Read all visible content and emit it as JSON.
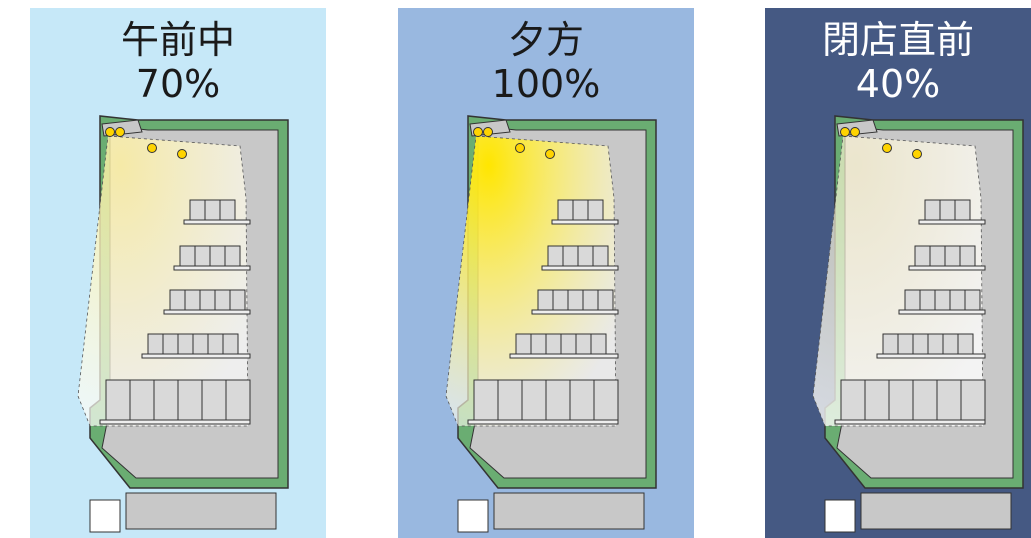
{
  "panels": [
    {
      "label": "午前中",
      "percent": "70%",
      "level": 0.7,
      "bg": "#c6e8f8",
      "text_color": "#1a1a1a",
      "light_color": "#fff1a0"
    },
    {
      "label": "夕方",
      "percent": "100%",
      "level": 1.0,
      "bg": "#99b8e0",
      "text_color": "#1a1a1a",
      "light_color": "#ffe600"
    },
    {
      "label": "閉店直前",
      "percent": "40%",
      "level": 0.4,
      "bg": "#455983",
      "text_color": "#ffffff",
      "light_color": "#fff6d0"
    }
  ],
  "colors": {
    "case_green": "#6aad72",
    "case_grey": "#c8c8c8",
    "outline": "#333333"
  }
}
